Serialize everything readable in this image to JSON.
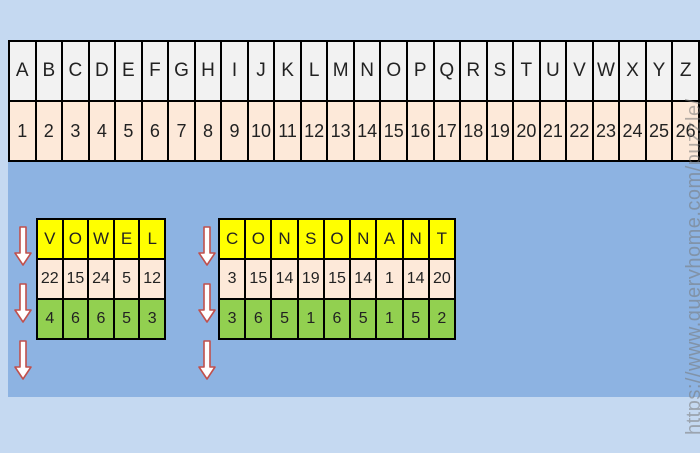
{
  "alphabet": {
    "letters": [
      "A",
      "B",
      "C",
      "D",
      "E",
      "F",
      "G",
      "H",
      "I",
      "J",
      "K",
      "L",
      "M",
      "N",
      "O",
      "P",
      "Q",
      "R",
      "S",
      "T",
      "U",
      "V",
      "W",
      "X",
      "Y",
      "Z"
    ],
    "numbers": [
      "1",
      "2",
      "3",
      "4",
      "5",
      "6",
      "7",
      "8",
      "9",
      "10",
      "11",
      "12",
      "13",
      "14",
      "15",
      "16",
      "17",
      "18",
      "19",
      "20",
      "21",
      "22",
      "23",
      "24",
      "25",
      "26"
    ]
  },
  "vowel": {
    "letters": [
      "V",
      "O",
      "W",
      "E",
      "L"
    ],
    "codes": [
      "22",
      "15",
      "24",
      "5",
      "12"
    ],
    "sums": [
      "4",
      "6",
      "6",
      "5",
      "3"
    ]
  },
  "consonant": {
    "letters": [
      "C",
      "O",
      "N",
      "S",
      "O",
      "N",
      "A",
      "N",
      "T"
    ],
    "codes": [
      "3",
      "15",
      "14",
      "19",
      "15",
      "14",
      "1",
      "14",
      "20"
    ],
    "sums": [
      "3",
      "6",
      "5",
      "1",
      "6",
      "5",
      "1",
      "5",
      "2"
    ]
  },
  "watermark": "https://www.queryhome.com/puzzle/",
  "colors": {
    "background": "#c5d9f1",
    "panel": "#8db3e2",
    "letter_row": "#f2f2f2",
    "number_row": "#fde9d9",
    "word_letters": "#ffff00",
    "word_sums": "#92d050",
    "arrow": "#c0504d"
  }
}
